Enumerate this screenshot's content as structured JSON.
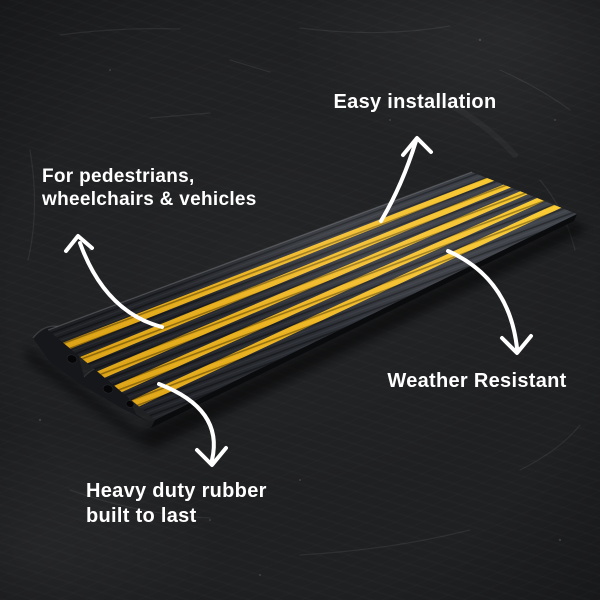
{
  "image": {
    "type": "product-feature-infographic",
    "subject": "Black heavy-duty rubber threshold ramp with yellow anti-slip stripes on dark chalkboard background"
  },
  "colors": {
    "background": "#1f2022",
    "text": "#ffffff",
    "arrow": "#ffffff",
    "ramp_body_near": "#202227",
    "ramp_body_far": "#3d4148",
    "ramp_end_face": "#16171b",
    "stripe_yellow": "#f2ba24"
  },
  "ramp": {
    "stripe_count": 5
  },
  "icons": {
    "easy_installation_arrow": "curved-arrow-up",
    "pedestrians_arrow": "curved-arrow-up-left",
    "weather_resistant_arrow": "curved-arrow-down",
    "heavy_duty_arrow": "curved-arrow-down"
  },
  "callouts": {
    "easy_installation": {
      "label": "Easy installation"
    },
    "pedestrians": {
      "line1": "For pedestrians,",
      "line2": "wheelchairs & vehicles"
    },
    "weather_resistant": {
      "label": "Weather Resistant"
    },
    "heavy_duty": {
      "line1": "Heavy duty rubber",
      "line2": "built to last"
    }
  }
}
